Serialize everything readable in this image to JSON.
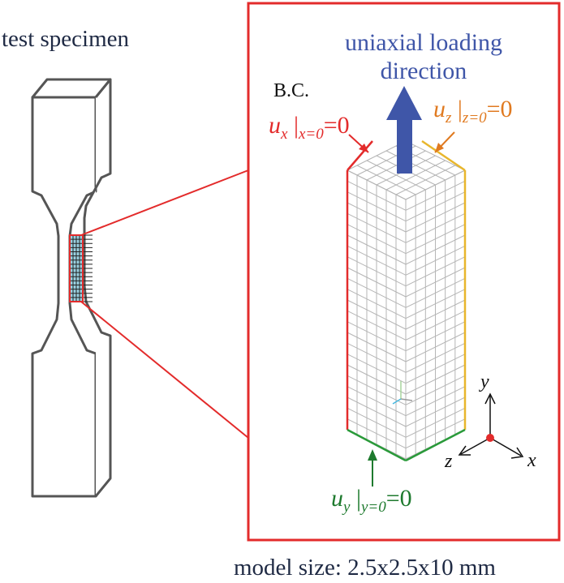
{
  "labels": {
    "specimen": "test specimen",
    "loading_line1": "uniaxial loading",
    "loading_line2": "direction",
    "bc": "B.C.",
    "model_size": "model size: 2.5x2.5x10 mm"
  },
  "bc_x": {
    "var": "u",
    "sub": "x",
    "cond": "x=0",
    "value": "=0"
  },
  "bc_z": {
    "var": "u",
    "sub": "z",
    "cond": "z=0",
    "value": "=0"
  },
  "bc_y": {
    "var": "u",
    "sub": "y",
    "cond": "y=0",
    "value": "=0"
  },
  "axes": {
    "x": "x",
    "y": "y",
    "z": "z"
  },
  "mesh": {
    "front_cols": 6,
    "side_cols": 6,
    "rows": 24
  },
  "colors": {
    "zoom_frame": "#e32b2b",
    "arrow": "#3f56a8",
    "x_face": "#e32b2b",
    "z_face": "#e8b62c",
    "y_face": "#2a9a3a",
    "z_label": "#e07a20",
    "y_label": "#1e7a2e",
    "mesh": "#b5b5b5",
    "specimen": "#555555",
    "origin": "#e32b2b"
  }
}
